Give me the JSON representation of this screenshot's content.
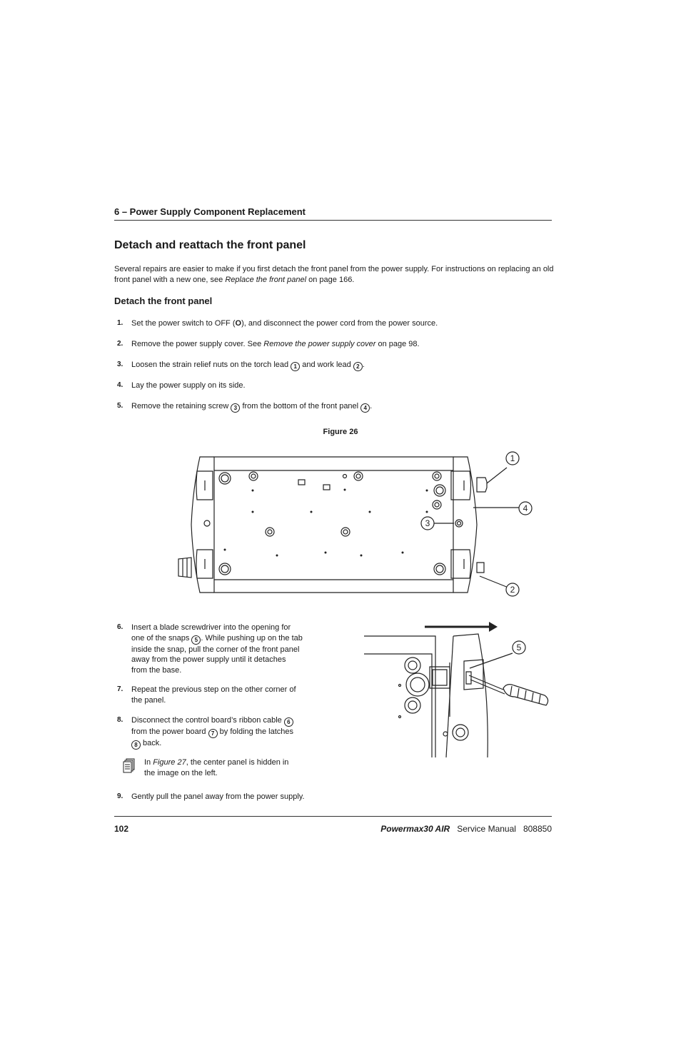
{
  "header": {
    "chapter": "6  –  Power Supply Component Replacement"
  },
  "section_title": "Detach and reattach the front panel",
  "intro": {
    "text1": "Several repairs are easier to make if you first detach the front panel from the power supply. For instructions on replacing an old front panel with a new one, see ",
    "link": "Replace the front panel",
    "text2": " on page 166."
  },
  "subsection_title": "Detach the front panel",
  "steps": {
    "s1": {
      "num": "1.",
      "a": "Set the power switch to OFF (",
      "b": "O",
      "c": "), and disconnect the power cord from the power source."
    },
    "s2": {
      "num": "2.",
      "a": "Remove the power supply cover. See ",
      "link": "Remove the power supply cover",
      "c": " on page 98."
    },
    "s3": {
      "num": "3.",
      "a": "Loosen the strain relief nuts on the torch lead ",
      "c1": "1",
      "b": " and work lead ",
      "c2": "2",
      "c": "."
    },
    "s4": {
      "num": "4.",
      "a": "Lay the power supply on its side."
    },
    "s5": {
      "num": "5.",
      "a": "Remove the retaining screw ",
      "c1": "3",
      "b": " from the bottom of the front panel ",
      "c2": "4",
      "c": "."
    },
    "s6": {
      "num": "6.",
      "a": "Insert a blade screwdriver into the opening for one of the snaps ",
      "c1": "5",
      "b": ". While pushing up on the tab inside the snap, pull the corner of the front panel away from the power supply until it detaches from the base."
    },
    "s7": {
      "num": "7.",
      "a": "Repeat the previous step on the other corner of the panel."
    },
    "s8": {
      "num": "8.",
      "a": "Disconnect the control board’s ribbon cable ",
      "c1": "6",
      "b": " from the power board ",
      "c2": "7",
      "c": " by folding the latches ",
      "c3": "8",
      "d": " back."
    },
    "s9": {
      "num": "9.",
      "a": "Gently pull the panel away from the power supply."
    }
  },
  "note": {
    "a": "In ",
    "link": "Figure 27",
    "b": ", the center panel is hidden in the image on the left."
  },
  "figure_caption": "Figure 26",
  "figure_callouts": {
    "c1": "1",
    "c2": "2",
    "c3": "3",
    "c4": "4",
    "c5": "5"
  },
  "footer": {
    "page": "102",
    "product": "Powermax30 AIR",
    "manual": "Service Manual",
    "part": "808850"
  }
}
